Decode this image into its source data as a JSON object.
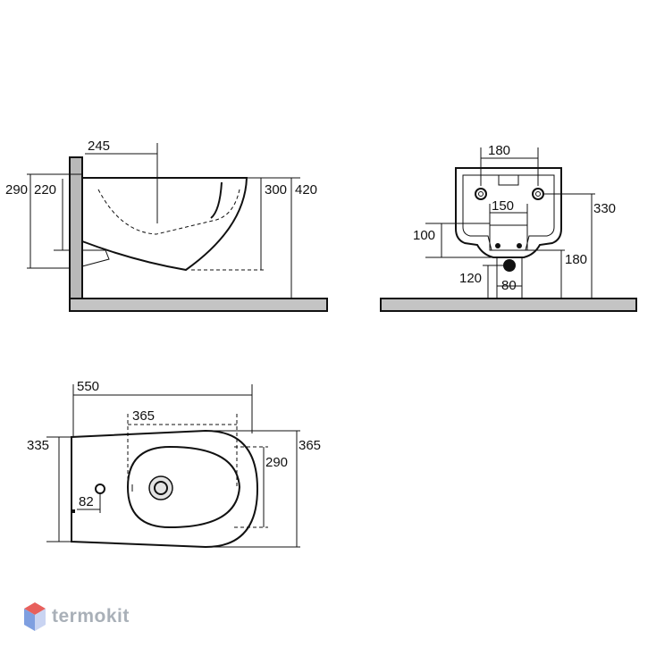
{
  "side_view": {
    "dims": {
      "wall_offset": "245",
      "height_outer": "290",
      "height_inner": "220",
      "rim_height": "300",
      "total_height": "420"
    }
  },
  "rear_view": {
    "dims": {
      "bracket_spacing": "180",
      "inlet_width": "150",
      "bracket_height": "330",
      "inlet_height": "100",
      "outlet_height": "180",
      "outlet_offset": "120",
      "outlet_width": "80"
    }
  },
  "top_view": {
    "dims": {
      "length": "550",
      "bowl_length": "365",
      "width": "335",
      "bowl_width": "290",
      "overall_width": "365",
      "tap_hole_offset": "82"
    }
  },
  "brand": {
    "name": "termokit",
    "colors": {
      "logo_red": "#e8605c",
      "logo_blue": "#7f9fe0",
      "logo_light": "#c9d4f2",
      "text": "#a9b0b8"
    }
  }
}
